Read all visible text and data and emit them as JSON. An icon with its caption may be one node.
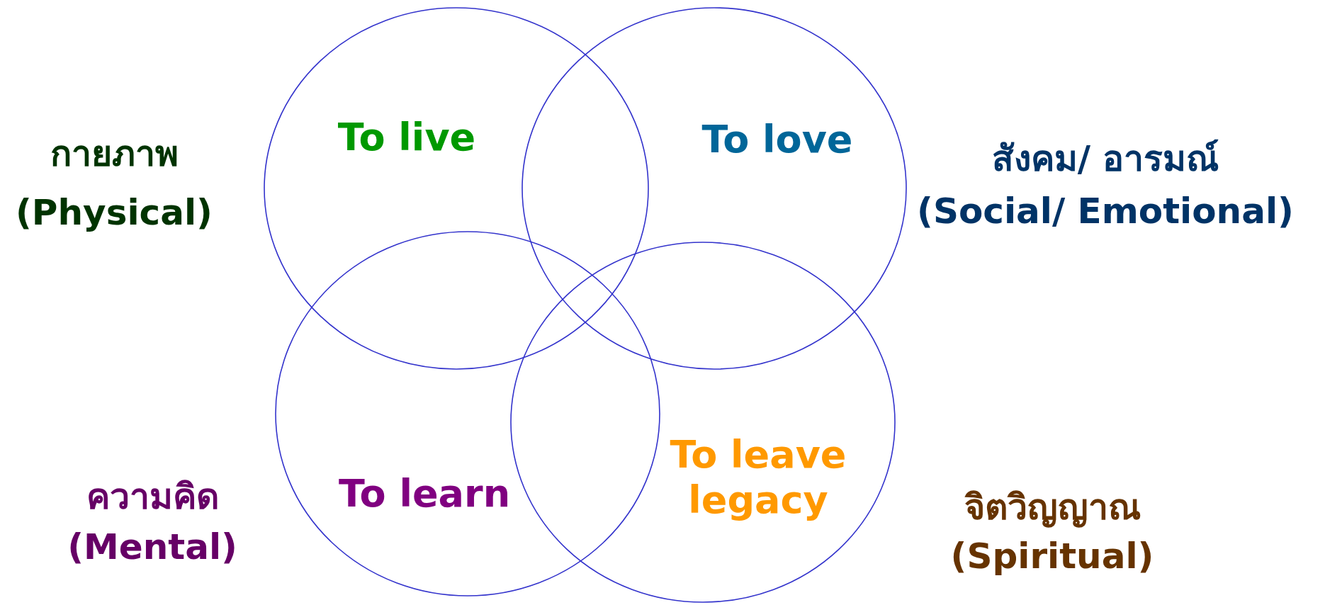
{
  "diagram": {
    "nodes": [
      {
        "text": [
          "To live"
        ],
        "beside": [
          "กายภาพ",
          "(Physical)"
        ]
      },
      {
        "text": [
          "To love"
        ],
        "beside": [
          "สังคม/ อารมณ์",
          "(Social/ Emotional)"
        ]
      },
      {
        "text": [
          "To learn"
        ],
        "beside": [
          "ความคิด",
          "(Mental)"
        ]
      },
      {
        "text": [
          "To leave legacy"
        ],
        "beside": [
          "จิตวิญญาณ",
          "(Spiritual)"
        ]
      }
    ]
  }
}
